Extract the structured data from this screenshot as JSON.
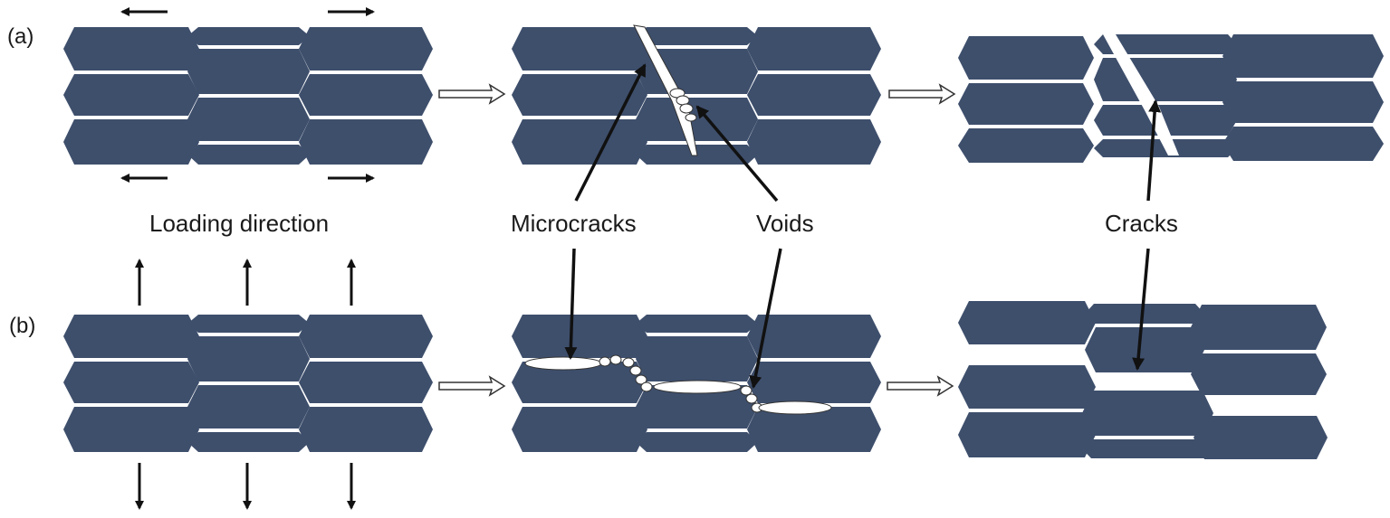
{
  "panels": {
    "a": "(a)",
    "b": "(b)"
  },
  "labels": {
    "loading_direction": "Loading direction",
    "microcracks": "Microcracks",
    "voids": "Voids",
    "cracks": "Cracks"
  },
  "colors": {
    "tablet": "#3e4f6c",
    "gap": "#ffffff",
    "arrow": "#111111"
  }
}
